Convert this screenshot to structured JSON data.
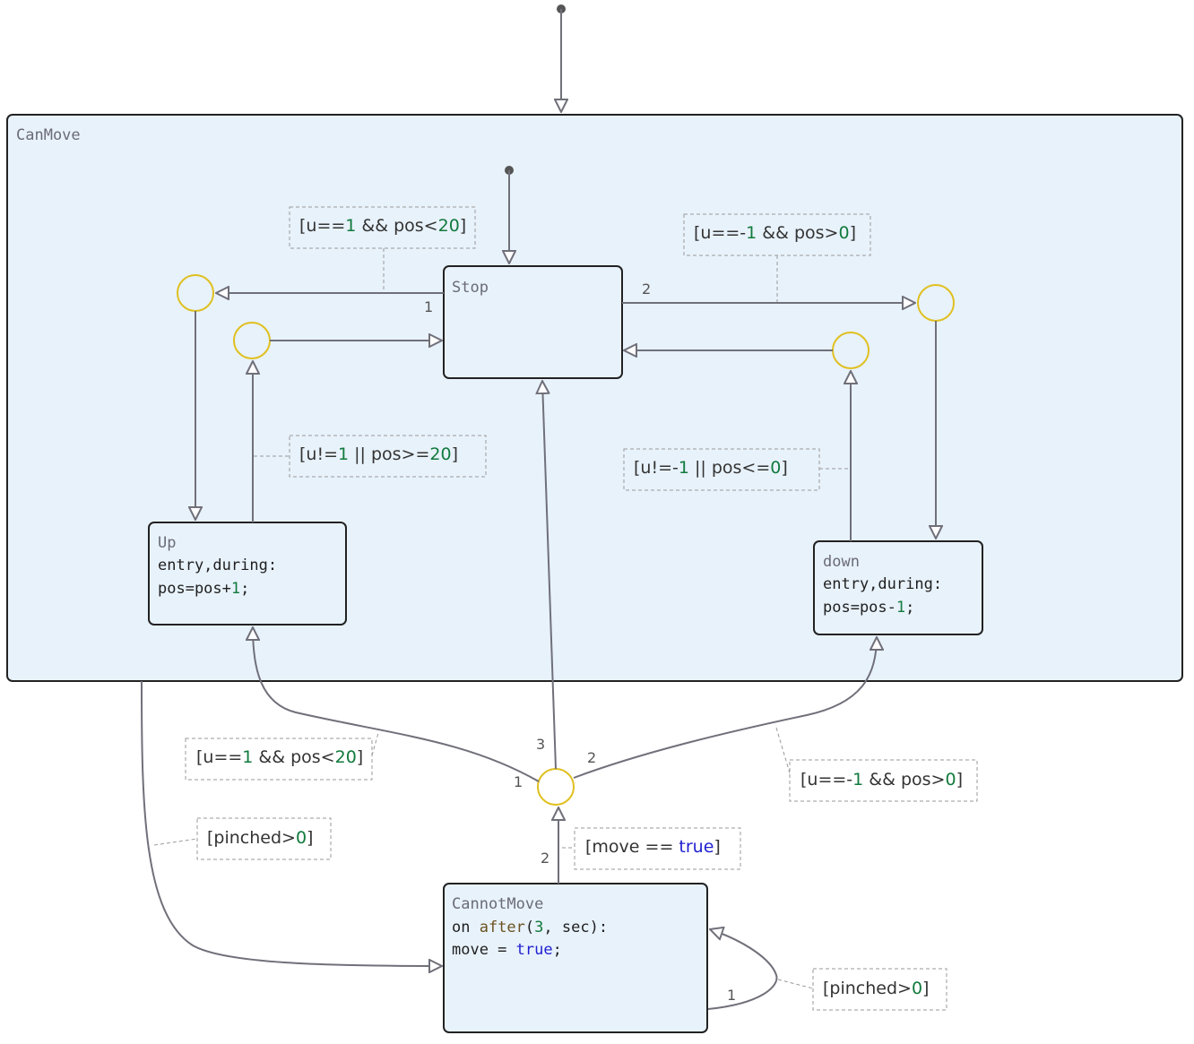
{
  "states": {
    "can_move": {
      "name": "CanMove"
    },
    "stop": {
      "name": "Stop"
    },
    "up": {
      "name": "Up",
      "action_line1": "entry,during:",
      "action_line2_prefix": "pos=pos+",
      "action_line2_num": "1",
      "action_line2_suffix": ";"
    },
    "down": {
      "name": "down",
      "action_line1": "entry,during:",
      "action_line2_prefix": "pos=pos-",
      "action_line2_num": "1",
      "action_line2_suffix": ";"
    },
    "cannot_move": {
      "name": "CannotMove",
      "l1_a": "on ",
      "l1_fn": "after",
      "l1_b": "(",
      "l1_num": "3",
      "l1_c": ", sec):",
      "l2_a": "move = ",
      "l2_kw": "true",
      "l2_b": ";"
    }
  },
  "conditions": {
    "stop_to_up": {
      "a": "[u==",
      "n1": "1",
      "b": " && pos<",
      "n2": "20",
      "c": "]"
    },
    "stop_to_down": {
      "a": "[u==-",
      "n1": "1",
      "b": " && pos>",
      "n2": "0",
      "c": "]"
    },
    "up_exit": {
      "a": "[u!=",
      "n1": "1",
      "b": " || pos>=",
      "n2": "20",
      "c": "]"
    },
    "down_exit": {
      "a": "[u!=-",
      "n1": "1",
      "b": " || pos<=",
      "n2": "0",
      "c": "]"
    },
    "junction_to_up": {
      "a": "[u==",
      "n1": "1",
      "b": " && pos<",
      "n2": "20",
      "c": "]"
    },
    "junction_to_down": {
      "a": "[u==-",
      "n1": "1",
      "b": " && pos>",
      "n2": "0",
      "c": "]"
    },
    "pinched_exit": {
      "a": "[pinched>",
      "n1": "0",
      "c": "]"
    },
    "move_true": {
      "a": "[move == ",
      "kw": "true",
      "c": "]"
    },
    "pinched_self": {
      "a": "[pinched>",
      "n1": "0",
      "c": "]"
    }
  },
  "transition_orders": {
    "stop_up": "1",
    "stop_down": "2",
    "junction_up": "1",
    "junction_stop": "3",
    "junction_down": "2",
    "cannot_to_junction": "2",
    "cannot_self": "1"
  },
  "colors": {
    "state_fill": "#e8f2fb",
    "state_border": "#222222",
    "transition": "#70707a",
    "junction": "#e0c020",
    "number": "#117a3d",
    "keyword": "#1f1fd0"
  }
}
